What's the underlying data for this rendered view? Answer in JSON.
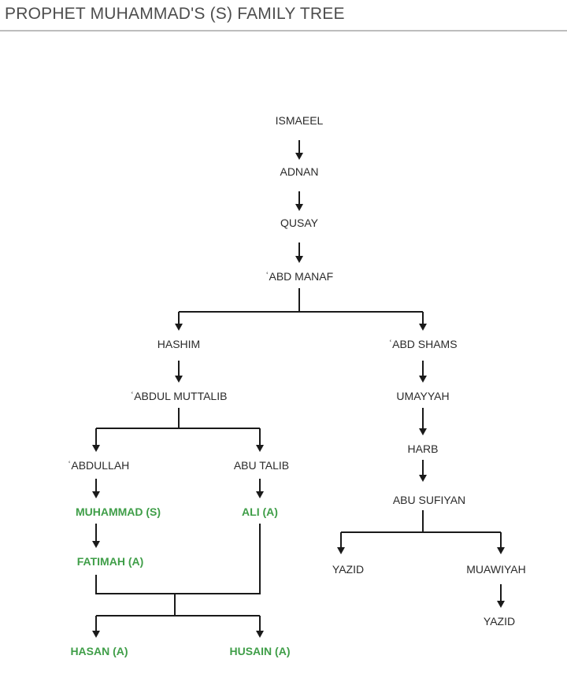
{
  "title": "PROPHET MUHAMMAD'S (S) FAMILY TREE",
  "colors": {
    "highlight": "#3f9e48",
    "text": "#2b2b2b",
    "lines": "#1a1a1a",
    "rule": "#bdbdbd"
  },
  "nodes": {
    "ismaeel": "ISMAEEL",
    "adnan": "ADNAN",
    "qusay": "QUSAY",
    "abd_manaf": "ʿABD MANAF",
    "hashim": "HASHIM",
    "abd_shams": "ʿABD SHAMS",
    "abdul_muttalib": "ʿABDUL MUTTALIB",
    "umayyah": "UMAYYAH",
    "abdullah": "ʿABDULLAH",
    "abu_talib": "ABU TALIB",
    "harb": "HARB",
    "muhammad": "MUHAMMAD (S)",
    "ali": "ALI (A)",
    "abu_sufiyan": "ABU SUFIYAN",
    "fatimah": "FATIMAH (A)",
    "yazid_1": "YAZID",
    "muawiyah": "MUAWIYAH",
    "yazid_2": "YAZID",
    "hasan": "HASAN (A)",
    "husain": "HUSAIN (A)"
  },
  "highlighted": [
    "muhammad",
    "ali",
    "fatimah",
    "hasan",
    "husain"
  ]
}
